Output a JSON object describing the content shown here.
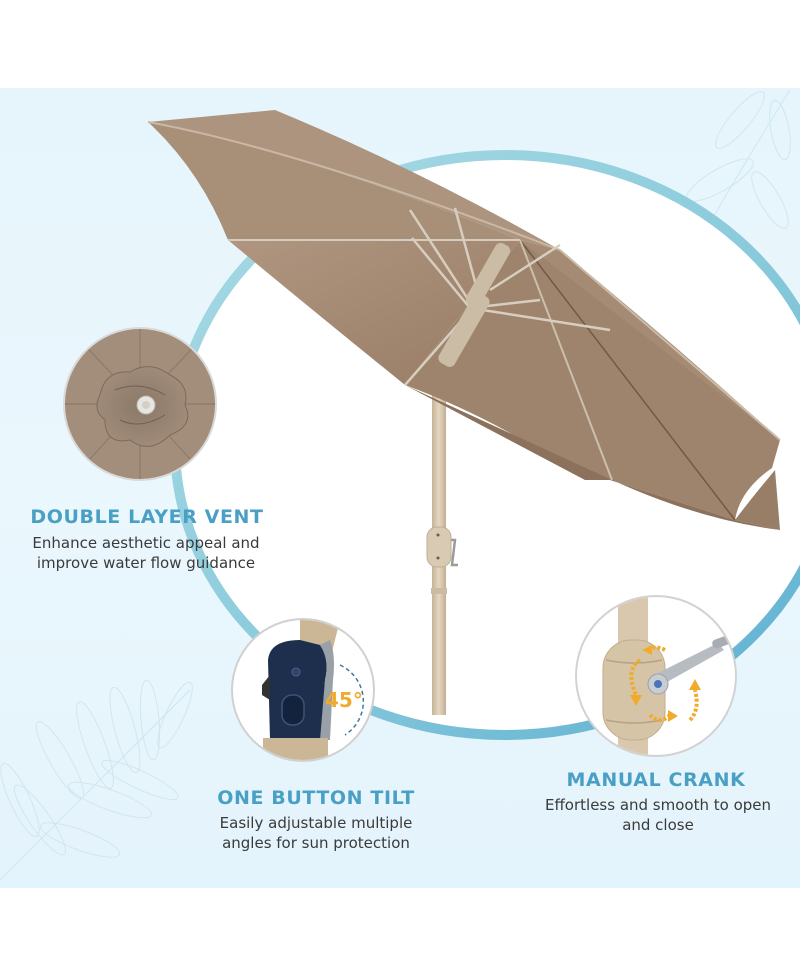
{
  "colors": {
    "background_band": "#e6f5fc",
    "ring": "#5aaed0",
    "canopy": "#a68b74",
    "canopy_dark": "#8e735e",
    "pole": "#d6c6ad",
    "heading": "#4a9fc4",
    "body_text": "#3a3a3a",
    "accent_arrow": "#f0ab2c",
    "tilt_body": "#1c2e4d"
  },
  "features": [
    {
      "title": "DOUBLE LAYER VENT",
      "description_line1": "Enhance aesthetic appeal and",
      "description_line2": "improve water flow guidance",
      "image": "double-layer-vent-closeup"
    },
    {
      "title": "ONE BUTTON TILT",
      "description_line1": "Easily adjustable multiple",
      "description_line2": "angles for sun protection",
      "image": "tilt-button-closeup",
      "tilt_label": "45°"
    },
    {
      "title": "MANUAL CRANK",
      "description_line1": "Effortless and smooth to open",
      "description_line2": "and close",
      "image": "crank-handle-closeup"
    }
  ]
}
